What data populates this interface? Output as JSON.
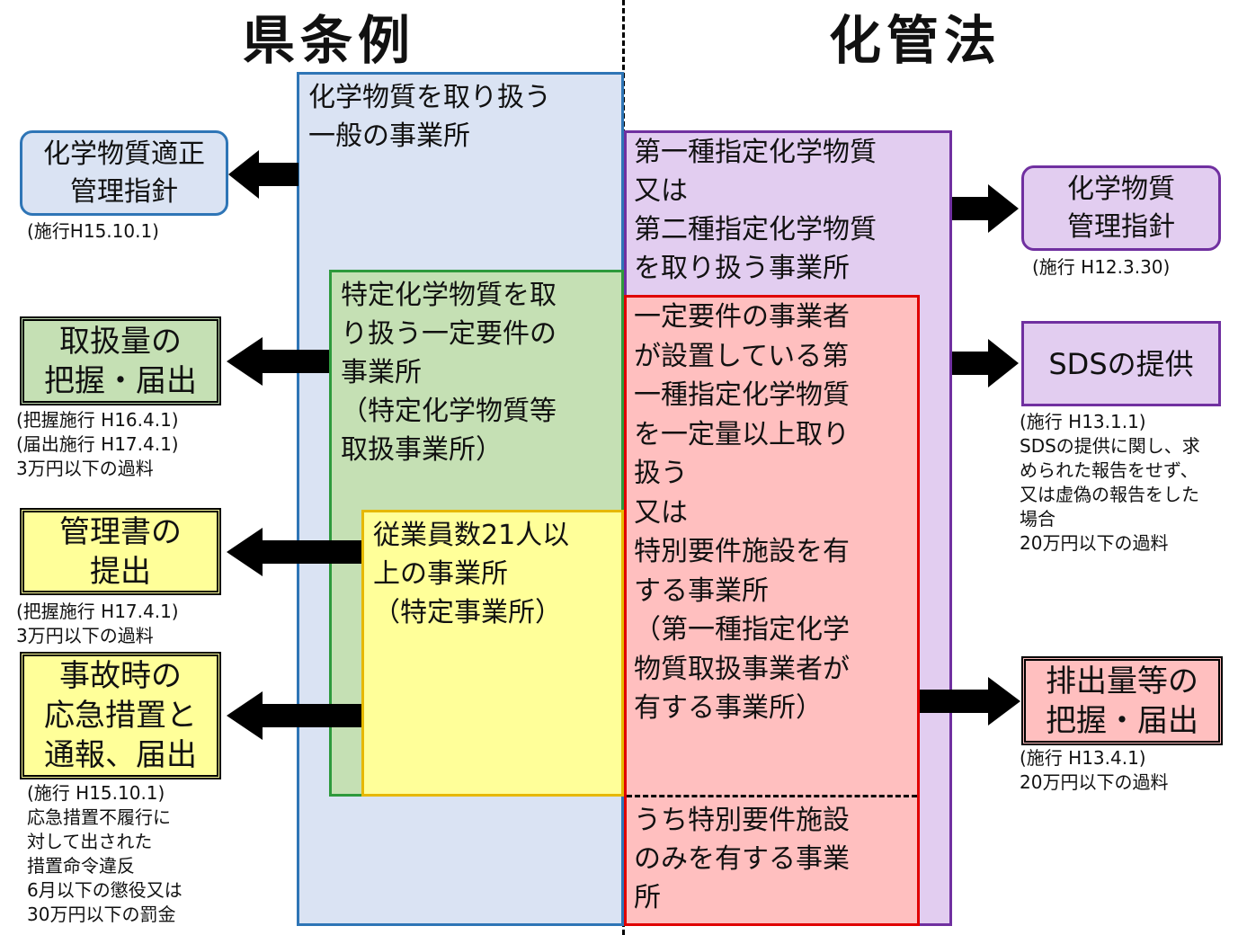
{
  "headings": {
    "left": "県条例",
    "right": "化管法"
  },
  "regions": {
    "general": "化学物質を取り扱う\n一般の事業所",
    "specified_chem": "特定化学物質を取\nり扱う一定要件の\n事業所\n（特定化学物質等\n取扱事業所）",
    "specified_office": "従業員数21人以\n上の事業所\n（特定事業所）",
    "class_designated": "第一種指定化学物質\n又は\n第二種指定化学物質\nを取り扱う事業所",
    "requirements": "一定要件の事業者\nが設置している第\n一種指定化学物質\nを一定量以上取り\n扱う\n又は\n特別要件施設を有\nする事業所\n（第一種指定化学\n物質取扱事業者が\n有する事業所）",
    "special_only": "うち特別要件施設\nのみを有する事業\n所"
  },
  "left_boxes": [
    {
      "label": "化学物質適正\n管理指針",
      "note": "(施行H15.10.1)"
    },
    {
      "label": "取扱量の\n把握・届出",
      "note": "(把握施行 H16.4.1)\n(届出施行 H17.4.1)\n3万円以下の過料"
    },
    {
      "label": "管理書の\n提出",
      "note": "(把握施行 H17.4.1)\n3万円以下の過料"
    },
    {
      "label": "事故時の\n応急措置と\n通報、届出",
      "note": "(施行 H15.10.1)\n応急措置不履行に\n対して出された\n措置命令違反\n6月以下の懲役又は\n30万円以下の罰金"
    }
  ],
  "right_boxes": [
    {
      "label": "化学物質\n管理指針",
      "note": "(施行 H12.3.30)"
    },
    {
      "label": "SDSの提供",
      "note": "(施行 H13.1.1)\nSDSの提供に関し、求\nめられた報告をせず、\n又は虚偽の報告をした\n場合\n20万円以下の過料"
    },
    {
      "label": "排出量等の\n把握・届出",
      "note": "(施行 H13.4.1)\n20万円以下の過料"
    }
  ],
  "colors": {
    "blue_fill": "#dae3f3",
    "blue_border": "#2e75b6",
    "green_fill": "#c5e0b4",
    "green_border": "#2e9a3c",
    "yellow_fill": "#ffff99",
    "yellow_border": "#e6b800",
    "purple_fill": "#e2cdf0",
    "purple_border": "#7030a0",
    "red_fill": "#ffbfbf",
    "red_border": "#e00000"
  }
}
